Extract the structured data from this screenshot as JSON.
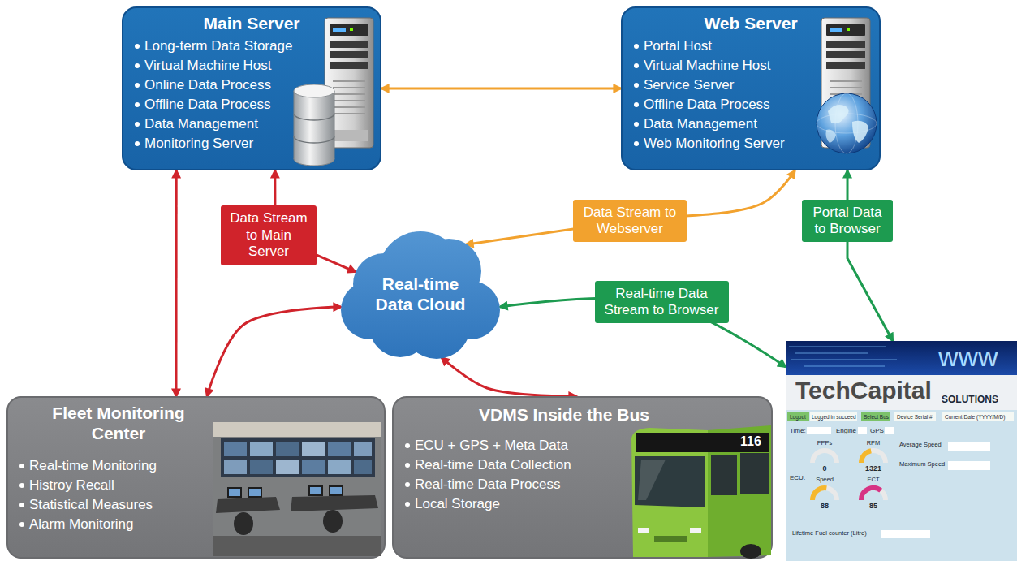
{
  "diagram": {
    "nodes": [
      {
        "text": [
          "Main Server",
          "Long-term Data Storage",
          "Virtual Machine Host",
          "Online Data Process",
          "Offline Data Process",
          "Data Management",
          "Monitoring Server"
        ]
      },
      {
        "text": [
          "Web Server",
          "Portal Host",
          "Virtual Machine Host",
          "Service Server",
          "Offline Data Process",
          "Data Management",
          "Web Monitoring Server"
        ]
      },
      {
        "text": [
          "Real-time Data Cloud"
        ]
      },
      {
        "text": [
          "Fleet Monitoring Center",
          "Real-time Monitoring",
          "Histroy Recall",
          "Statistical Measures",
          "Alarm Monitoring"
        ]
      },
      {
        "text": [
          "VDMS Inside the Bus",
          "ECU + GPS + Meta Data",
          "Real-time Data Collection",
          "Real-time Data Process",
          "Local Storage"
        ]
      },
      {
        "text": [
          "www",
          "TechCapital",
          "SOLUTIONS",
          "Logout",
          "Logged in succeed",
          "Select Bus",
          "Device Serial #",
          "Current Date (YYYY/M/D)",
          "Time:",
          "Engine",
          "GPS",
          "ECU:",
          "FPPs",
          "RPM",
          "0",
          "1321",
          "Speed",
          "ECT",
          "88",
          "85",
          "Average Speed",
          "Maximum Speed",
          "Lifetime Fuel counter (Litre)"
        ]
      }
    ],
    "edges": [
      {
        "from": 0,
        "to": 1,
        "arrow": "both"
      },
      {
        "from": 0,
        "to": 3,
        "arrow": "both"
      },
      {
        "from": 0,
        "to": 2,
        "label": "Data Stream to Main Server",
        "arrow": "both"
      },
      {
        "from": 1,
        "to": 2,
        "label": "Data Stream to Webserver",
        "arrow": "both"
      },
      {
        "from": 1,
        "to": 5,
        "label": "Portal Data to Browser",
        "arrow": "both"
      },
      {
        "from": 2,
        "to": 5,
        "label": "Real-time Data Stream to Browser",
        "arrow": "both"
      },
      {
        "from": 2,
        "to": 3,
        "arrow": "both"
      },
      {
        "from": 2,
        "to": 4,
        "arrow": "both"
      }
    ],
    "labels": [
      "116"
    ]
  }
}
